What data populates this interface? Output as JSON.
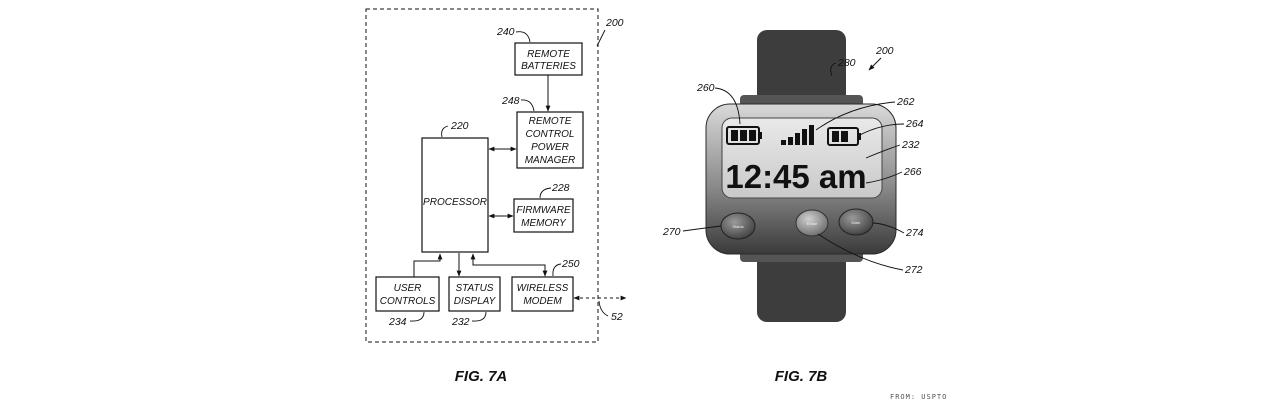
{
  "fig_7a": {
    "caption": "FIG. 7A",
    "system_ref": "200",
    "remote_batteries": {
      "line1": "REMOTE",
      "line2": "BATTERIES",
      "ref": "240"
    },
    "power_manager": {
      "line1": "REMOTE",
      "line2": "CONTROL",
      "line3": "POWER",
      "line4": "MANAGER",
      "ref": "248"
    },
    "processor": {
      "label": "PROCESSOR",
      "ref": "220"
    },
    "firmware_memory": {
      "line1": "FIRMWARE",
      "line2": "MEMORY",
      "ref": "228"
    },
    "user_controls": {
      "line1": "USER",
      "line2": "CONTROLS",
      "ref": "234"
    },
    "status_display": {
      "line1": "STATUS",
      "line2": "DISPLAY",
      "ref": "232"
    },
    "wireless_modem": {
      "line1": "WIRELESS",
      "line2": "MODEM",
      "ref": "250"
    },
    "network_ref": "52"
  },
  "fig_7b": {
    "caption": "FIG. 7B",
    "system_ref": "200",
    "time": "12:45 am",
    "button_labels": {
      "left": "Status",
      "middle": "Erase",
      "right": "Mark"
    },
    "refs": {
      "band": "280",
      "battery_icon": "260",
      "signal_icon": "262",
      "remote_battery_icon": "264",
      "display": "232",
      "time_display": "266",
      "left_button": "270",
      "middle_button": "272",
      "right_button": "274"
    }
  },
  "source": "FROM: USPTO"
}
